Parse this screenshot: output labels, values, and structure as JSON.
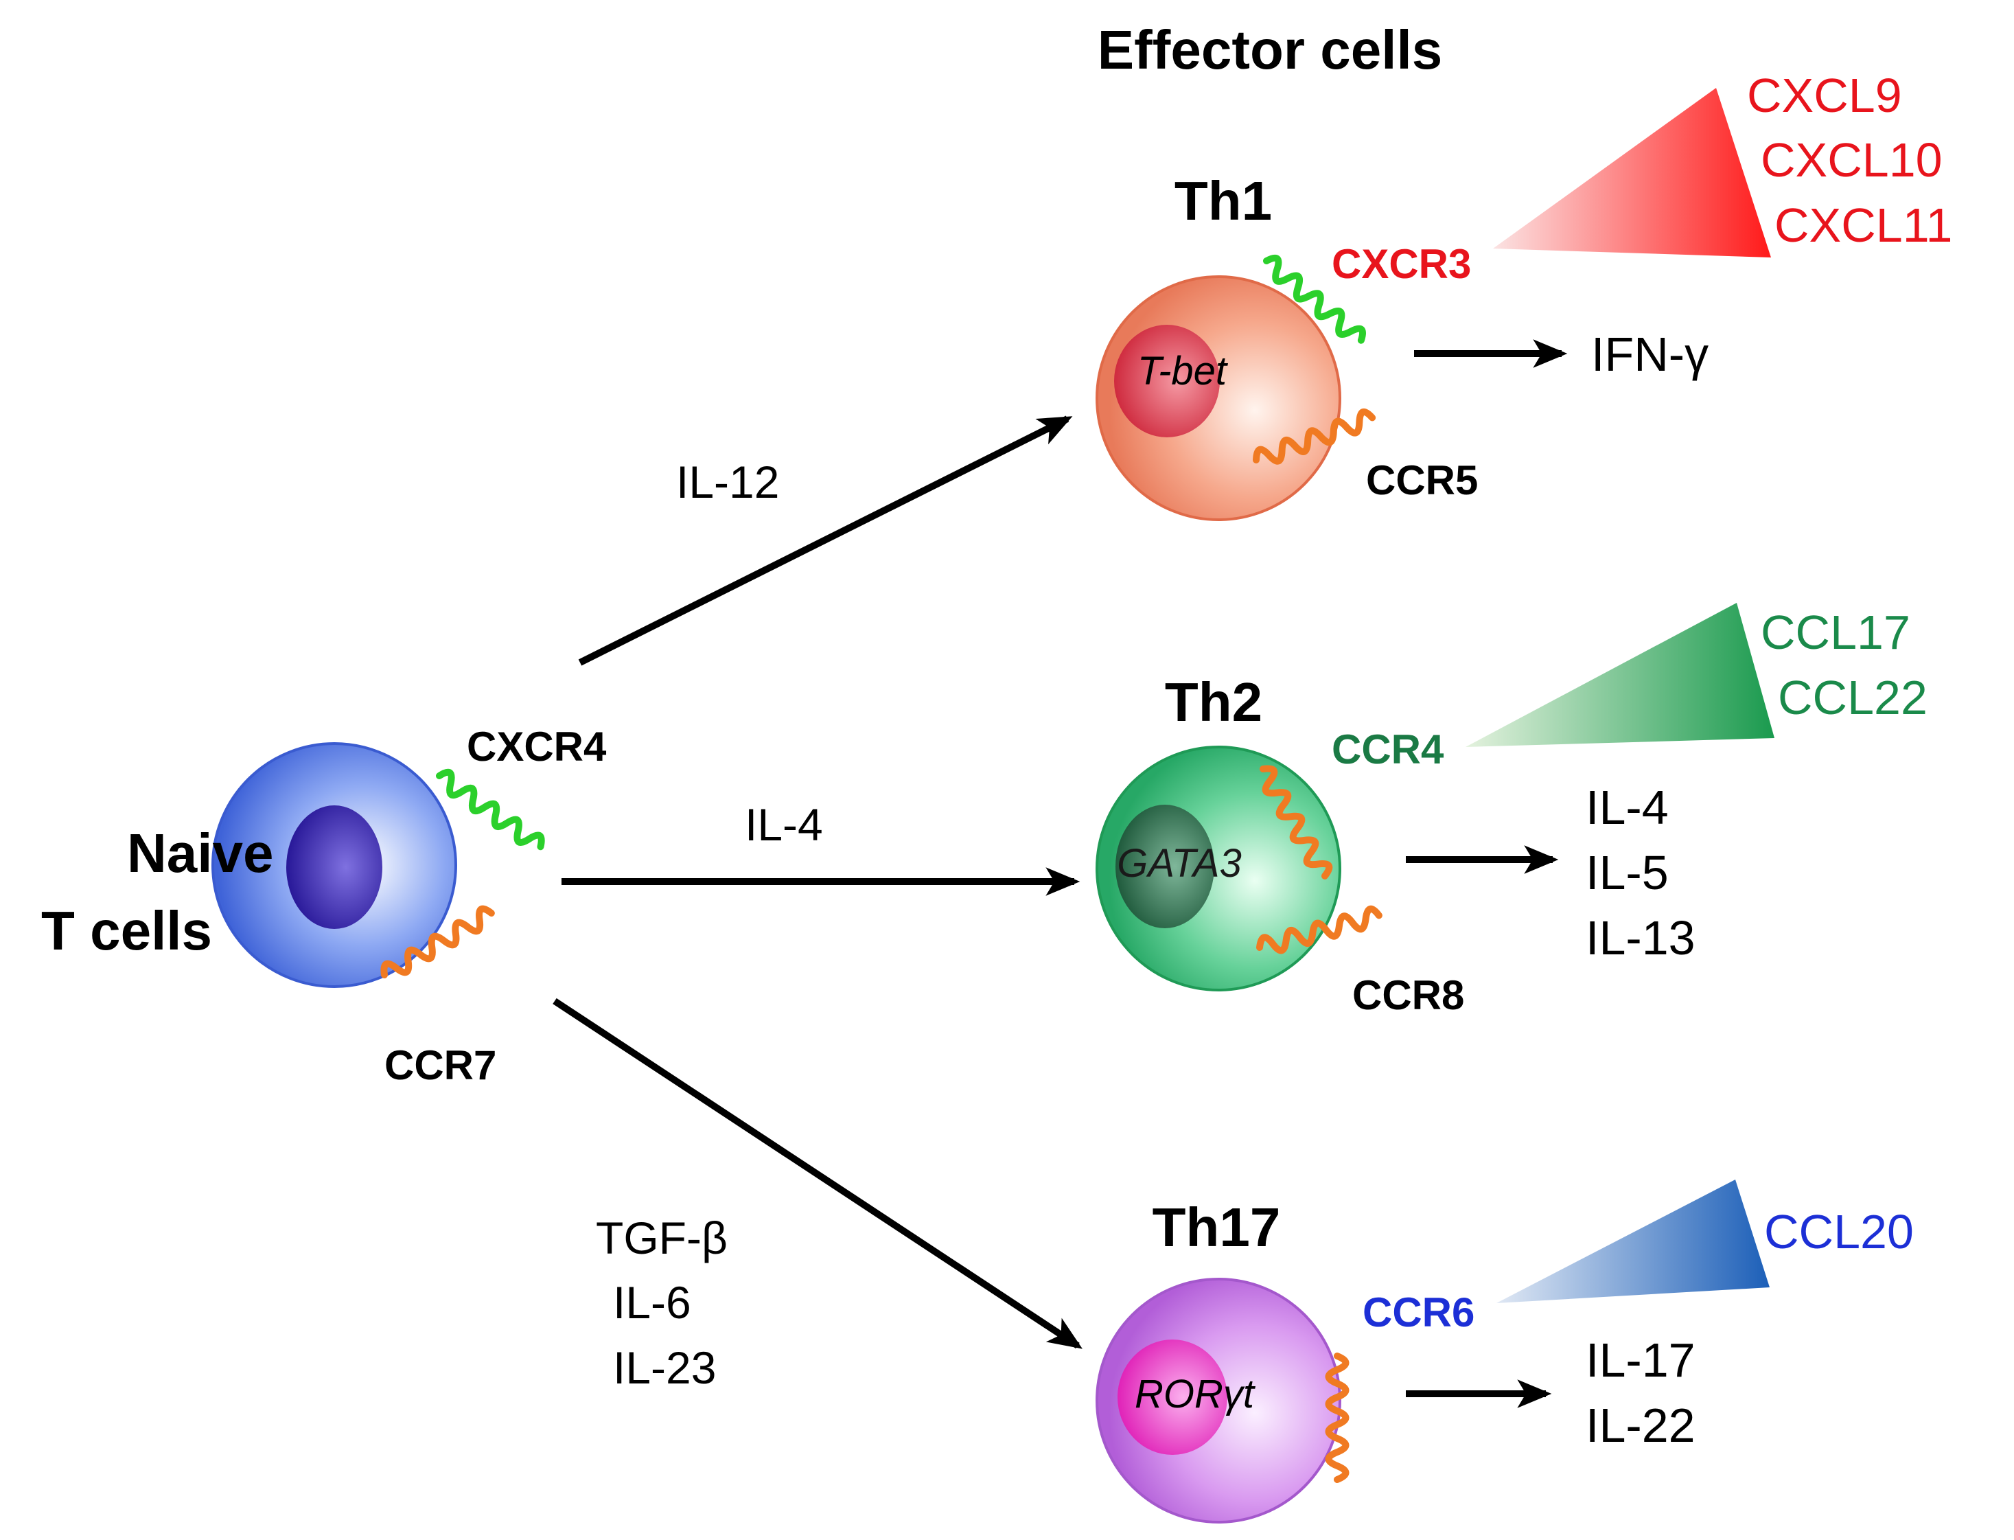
{
  "header": {
    "title": "Effector cells"
  },
  "naive": {
    "line1": "Naive",
    "line2": "T cells",
    "receptor_top": "CXCR4",
    "receptor_bottom": "CCR7"
  },
  "pathways": [
    {
      "id": "th1",
      "inducers": [
        "IL-12"
      ],
      "cell_label": "Th1",
      "transcription_factor": "T-bet",
      "receptor_top": "CXCR3",
      "receptor_bottom": "CCR5",
      "chemokines": [
        "CXCL9",
        "CXCL10",
        "CXCL11"
      ],
      "cytokines": [
        "IFN-γ"
      ],
      "color": "#e8141c"
    },
    {
      "id": "th2",
      "inducers": [
        "IL-4"
      ],
      "cell_label": "Th2",
      "transcription_factor": "GATA3",
      "receptor_top": "CCR4",
      "receptor_bottom": "CCR8",
      "chemokines": [
        "CCL17",
        "CCL22"
      ],
      "cytokines": [
        "IL-4",
        "IL-5",
        "IL-13"
      ],
      "color": "#1a8a4a"
    },
    {
      "id": "th17",
      "inducers": [
        "TGF-β",
        "IL-6",
        "IL-23"
      ],
      "cell_label": "Th17",
      "transcription_factor": "RORγt",
      "receptor_top": "CCR6",
      "receptor_bottom": "",
      "chemokines": [
        "CCL20"
      ],
      "cytokines": [
        "IL-17",
        "IL-22"
      ],
      "color": "#1c2fd6"
    }
  ]
}
